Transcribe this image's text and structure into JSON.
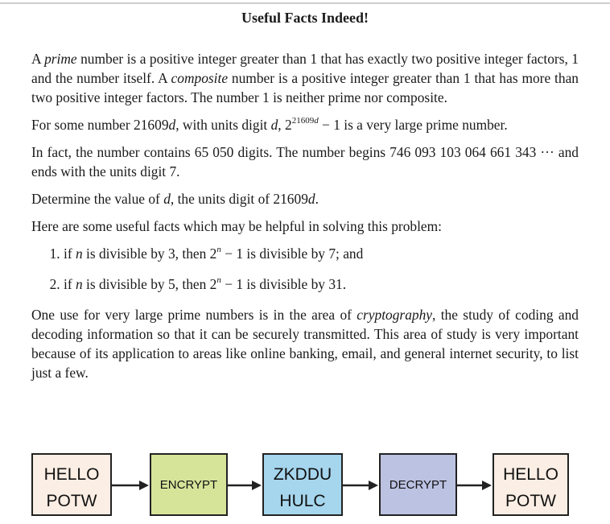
{
  "title": "Useful Facts Indeed!",
  "p1": {
    "t1": "A ",
    "em1": "prime",
    "t2": " number is a positive integer greater than 1 that has exactly two positive integer factors, 1 and the number itself. A ",
    "em2": "composite",
    "t3": " number is a positive integer greater than 1 that has more than two positive integer factors. The number 1 is neither prime nor composite."
  },
  "p2": {
    "t1": "For some number 21609",
    "d1": "d",
    "t2": ", with units digit ",
    "d2": "d",
    "t3": ", 2",
    "sup": "21609",
    "supd": "d",
    "t4": " − 1 is a very large prime number."
  },
  "p3": {
    "t1": "In fact, the number contains 65 050 digits. The number begins 746 093 103 064 661 343 ",
    "dots": "···",
    "t2": " and ends with the units digit 7."
  },
  "p4": {
    "t1": "Determine the value of ",
    "d1": "d",
    "t2": ", the units digit of 21609",
    "d2": "d",
    "t3": "."
  },
  "p5": "Here are some useful facts which may be helpful in solving this problem:",
  "facts": [
    {
      "t1": "if ",
      "n1": "n",
      "t2": " is divisible by 3, then 2",
      "sup": "n",
      "t3": " − 1 is divisible by 7; and"
    },
    {
      "t1": "if ",
      "n1": "n",
      "t2": " is divisible by 5, then 2",
      "sup": "n",
      "t3": " − 1 is divisible by 31."
    }
  ],
  "p6": {
    "t1": "One use for very large prime numbers is in the area of ",
    "em1": "cryptography",
    "t2": ", the study of coding and decoding information so that it can be securely transmitted. This area of study is very important because of its application to areas like online banking, email, and general internet security, to list just a few."
  },
  "diagram": {
    "plain_in": {
      "line1": "HELLO",
      "line2": "POTW",
      "color": "#fbeee4"
    },
    "encrypt": {
      "label": "ENCRYPT",
      "color": "#d6e49a"
    },
    "cipher": {
      "line1": "ZKDDU",
      "line2": "HULC",
      "color": "#a6d6ee"
    },
    "decrypt": {
      "label": "DECRYPT",
      "color": "#bcc2e2"
    },
    "plain_out": {
      "line1": "HELLO",
      "line2": "POTW",
      "color": "#fbeee4"
    }
  }
}
